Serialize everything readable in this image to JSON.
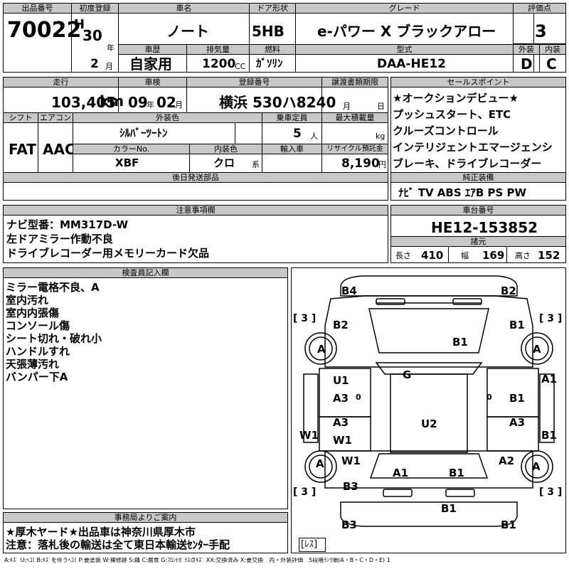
{
  "header": {
    "lot_label": "出品番号",
    "lot": "70022",
    "first_reg_label": "初度登録",
    "era": "H",
    "year": "30",
    "year_unit": "年",
    "month": "2",
    "month_unit": "月",
    "car_name_label": "車名",
    "car_name": "ノート",
    "door_label": "ドア形状",
    "door": "5HB",
    "grade_label": "グレード",
    "grade": "e-パワー X ブラックアロー",
    "score_label": "評価点",
    "score": "3",
    "history_label": "車歴",
    "history": "自家用",
    "disp_label": "排気量",
    "disp": "1200",
    "disp_unit": "CC",
    "fuel_label": "燃料",
    "fuel": "ｶﾞｿﾘﾝ",
    "model_label": "型式",
    "model": "DAA-HE12",
    "ext_label": "外装",
    "ext": "D",
    "int_label": "内装",
    "int": "C"
  },
  "row2": {
    "mileage_label": "走行",
    "mileage": "103,405",
    "mileage_unit": "km",
    "inspection_label": "車検",
    "insp_year": "09",
    "insp_year_unit": "年",
    "insp_month": "02",
    "insp_month_unit": "月",
    "plate_label": "登録番号",
    "plate": "横浜 530ハ8240",
    "transfer_label": "譲渡書類期限",
    "transfer_m": "月",
    "transfer_d": "日",
    "shift_label": "シフト",
    "shift": "FAT",
    "ac_label": "エアコン",
    "ac": "AAC",
    "color_label": "外装色",
    "color": "ｼﾙﾊﾞｰﾂｰﾄﾝ",
    "capacity_label": "乗車定員",
    "capacity": "5",
    "capacity_unit": "人",
    "load_label": "最大積載量",
    "load_unit": "kg",
    "color_no_label": "カラーNo.",
    "color_no": "XBF",
    "interior_label": "内装色",
    "interior": "クロ",
    "interior_unit": "系",
    "import_label": "輸入車",
    "recycle_label": "リサイクル預託金",
    "recycle": "8,190",
    "recycle_unit": "円",
    "parts_label": "後日発送部品"
  },
  "sales": {
    "label": "セールスポイント",
    "lines": [
      "★オークションデビュー★",
      "プッシュスタート、ETC",
      "クルーズコントロール",
      "インテリジェントエマージェンシ",
      "ブレーキ、ドライブレコーダー"
    ],
    "equip_label": "純正装備",
    "equip": "ﾅﾋﾞ TV ABS ｴｱB PS PW"
  },
  "caution": {
    "label": "注意事項欄",
    "lines": [
      "ナビ型番：MM317D-W",
      "左ドアミラー作動不良",
      "ドライブレコーダー用メモリーカード欠品"
    ]
  },
  "chassis": {
    "label": "車台番号",
    "number": "HE12-153852",
    "dims_label": "諸元",
    "len_label": "長さ",
    "len": "410",
    "wid_label": "幅",
    "wid": "169",
    "hgt_label": "高さ",
    "hgt": "152"
  },
  "inspector": {
    "label": "検査員記入欄",
    "lines": [
      "ミラー電格不良、A",
      "室内汚れ",
      "室内内張傷",
      "コンソール傷",
      "シート切れ・破れ小",
      "ハンドルすれ",
      "天張薄汚れ",
      "バンパー下A"
    ]
  },
  "office": {
    "label": "事務局よりご案内",
    "lines": [
      "★厚木ヤード★出品車は神奈川県厚木市",
      "注意：落札後の輸送は全て東日本輸送ｾﾝﾀｰ手配"
    ]
  },
  "diagram": {
    "marks": {
      "b4": "B4",
      "b2_tr": "B2",
      "b2_l": "B2",
      "b1_r": "B1",
      "b1_hood": "B1",
      "a_tl": "A",
      "a_tr": "A",
      "u1": "U1",
      "g": "G",
      "a1_r": "A1",
      "a3_l1": "A3",
      "b1_rd1": "B1",
      "a3_l2": "A3",
      "w1_l1": "W1",
      "u2": "U2",
      "a3_r": "A3",
      "w1_l2": "W1",
      "b1_rd2": "B1",
      "w1_l3": "W1",
      "a_bl": "A",
      "a1_c": "A1",
      "b1_c": "B1",
      "a2": "A2",
      "a_br": "A",
      "b3_l": "B3",
      "b1_bumper": "B1",
      "b3_bl": "B3",
      "b1_br": "B1",
      "o1": "0",
      "o2": "0"
    },
    "tires": [
      "[ 3 ]",
      "[ 3 ]",
      "[ 3 ]",
      "[ 3 ]"
    ],
    "spare": "[ﾚｽ]"
  },
  "legend": "A:ｷｽﾞ U:ﾍｺﾐ B:ｷｽﾞを伴うﾍｺﾐ P:要塗装 W:補修跡 S:錆 C:腐食 G:ﾌﾛﾝﾄｶﾞﾗｽ点ｷｽﾞ XX:交換済み X:要交換　内・外装評価　5段階ﾗﾝｸ順(A・B・C・D・E) 1"
}
